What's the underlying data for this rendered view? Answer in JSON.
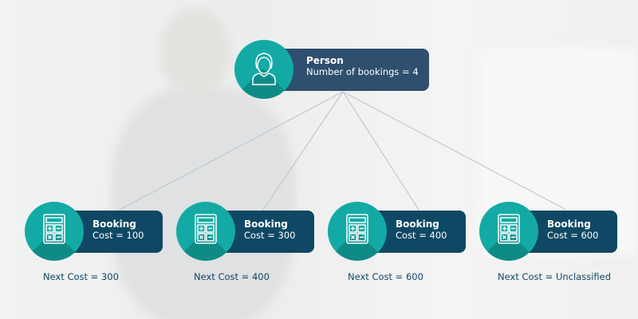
{
  "person": {
    "title": "Person",
    "subtitle": "Number of bookings = 4",
    "icon": "person-icon"
  },
  "bookings": [
    {
      "title": "Booking",
      "cost": "Cost = 100",
      "next": "Next Cost = 300"
    },
    {
      "title": "Booking",
      "cost": "Cost = 300",
      "next": "Next Cost = 400"
    },
    {
      "title": "Booking",
      "cost": "Cost = 400",
      "next": "Next Cost = 600"
    },
    {
      "title": "Booking",
      "cost": "Cost = 600",
      "next": "Next Cost = Unclassified"
    }
  ],
  "colors": {
    "teal": "#13aaa5",
    "person_bar": "#2e4f6e",
    "booking_bar": "#0f4864",
    "line": "#c4c8cc"
  }
}
